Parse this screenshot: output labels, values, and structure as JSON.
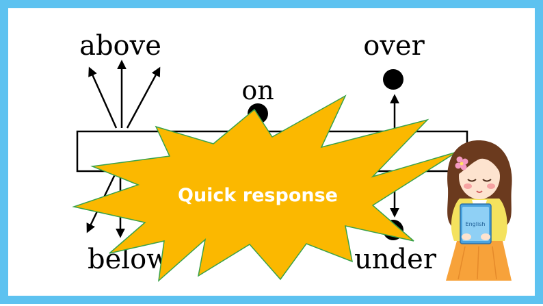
{
  "colors": {
    "frame": "#5dc2f0",
    "ink": "#000000",
    "burst_fill": "#fbb800",
    "burst_stroke": "#3aa24a",
    "burst_text": "#ffffff"
  },
  "labels": {
    "above": "above",
    "on": "on",
    "over": "over",
    "below": "below",
    "under": "under"
  },
  "burst": {
    "text": "Quick response"
  },
  "illustration": {
    "book_title": "English"
  }
}
